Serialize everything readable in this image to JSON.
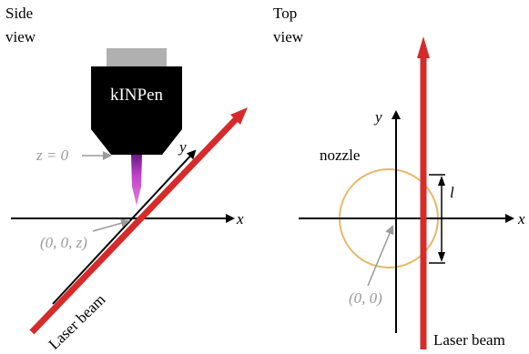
{
  "colors": {
    "laser": "#d62b2b",
    "nozzle_circle": "#e5b86a",
    "plasma": "#c040c8",
    "pen_body": "#000000",
    "pen_cap": "#b0b0b0",
    "annotation_gray": "#9a9a9a",
    "axis": "#000000"
  },
  "side_view": {
    "title_line1": "Side",
    "title_line2": "view",
    "device_label": "kINPen",
    "z_label": "z = 0",
    "origin_label": "(0, 0, z)",
    "x_axis_label": "x",
    "y_axis_label": "y",
    "beam_label": "Laser beam"
  },
  "top_view": {
    "title_line1": "Top",
    "title_line2": "view",
    "nozzle_label": "nozzle",
    "y_axis_label": "y",
    "x_axis_label": "x",
    "distance_label": "l",
    "origin_label": "(0, 0)",
    "beam_label": "Laser beam"
  }
}
